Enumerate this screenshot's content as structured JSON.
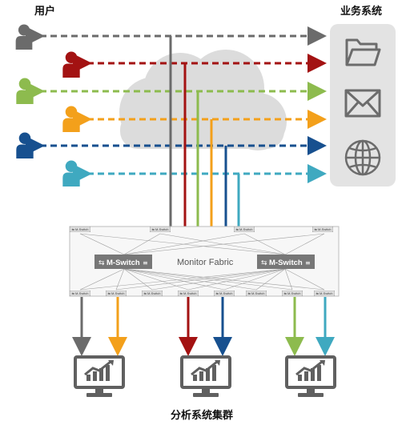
{
  "labels": {
    "users": "用户",
    "business_systems": "业务系统",
    "analysis_cluster": "分析系统集群"
  },
  "fabric": {
    "title": "Monitor Fabric",
    "switch_label": "M-Switch",
    "mini_switch_label": "M-Switch"
  },
  "colors": {
    "gray": "#6b6b6b",
    "red": "#a31212",
    "green": "#8dbb4e",
    "orange": "#f3a01b",
    "blue": "#17508f",
    "teal": "#3fa9c0",
    "panel": "#e3e3e3",
    "cloud": "#dcdcdc"
  },
  "users": [
    {
      "name": "user-gray",
      "color": "gray"
    },
    {
      "name": "user-red",
      "color": "red"
    },
    {
      "name": "user-green",
      "color": "green"
    },
    {
      "name": "user-orange",
      "color": "orange"
    },
    {
      "name": "user-blue",
      "color": "blue"
    },
    {
      "name": "user-teal",
      "color": "teal"
    }
  ],
  "services": [
    {
      "name": "folder-icon"
    },
    {
      "name": "mail-icon"
    },
    {
      "name": "globe-icon"
    }
  ],
  "monitors": [
    {
      "name": "monitor-1"
    },
    {
      "name": "monitor-2"
    },
    {
      "name": "monitor-3"
    }
  ]
}
